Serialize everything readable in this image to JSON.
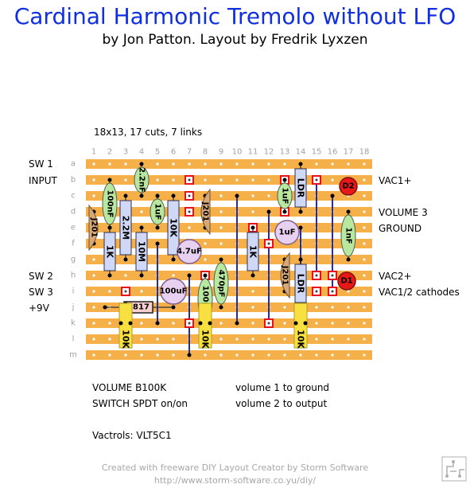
{
  "header": {
    "title": "Cardinal Harmonic Tremolo without LFO",
    "subtitle": "by Jon Patton. Layout by Fredrik Lyxzen"
  },
  "board_info": "18x13, 17 cuts, 7 links",
  "columns": [
    "1",
    "2",
    "3",
    "4",
    "5",
    "6",
    "7",
    "8",
    "9",
    "10",
    "11",
    "12",
    "13",
    "14",
    "15",
    "16",
    "17",
    "18"
  ],
  "rows": [
    "a",
    "b",
    "c",
    "d",
    "e",
    "f",
    "g",
    "h",
    "i",
    "j",
    "k",
    "l",
    "m"
  ],
  "left_labels": {
    "sw1": "SW 1",
    "input": "INPUT",
    "sw2": "SW 2",
    "sw3": "SW 3",
    "nine_v": "+9V"
  },
  "right_labels": {
    "vac1": "VAC1+",
    "volume3": "VOLUME 3",
    "ground": "GROUND",
    "vac2": "VAC2+",
    "cathodes": "VAC1/2 cathodes"
  },
  "notes": {
    "pot": "VOLUME B100K",
    "switch": "SWITCH SPDT on/on",
    "vol1": "volume 1 to ground",
    "vol2": "volume 2 to output",
    "vactrols": "Vactrols: VLT5C1"
  },
  "footer": {
    "line1": "Created with freeware DIY Layout Creator by Storm Software",
    "line2": "http://www.storm-software.co.yu/diy/"
  },
  "components": {
    "c100n": "100nF",
    "c22n": "2.2nF",
    "c1u_a": "1uF",
    "c1u_b": "1uF",
    "c1u_c": "1uF",
    "c1n": "1nF",
    "c47u": "4.7uF",
    "c100u": "100uF",
    "c100n_b": "100nF",
    "c470p": "470pF",
    "r1k_a": "1K",
    "r22m": "2.2M",
    "r10m": "10M",
    "r10k_v": "10K",
    "r1k_b": "1K",
    "ldr1": "LDR",
    "ldr2": "LDR",
    "j201_a": "J201",
    "j201_b": "J201",
    "j201_c": "J201",
    "d1": "D1",
    "d2": "D2",
    "diode5817": "5817",
    "pot1": "10K",
    "pot2": "10K",
    "pot3": "10K"
  },
  "colors": {
    "title": "#1030e0",
    "strip": "#f5b04a",
    "strip_bg": "#ffffff",
    "cut": "#e8101a",
    "link": "#2030a0",
    "film_cap": "#b8e8a0",
    "electrolytic": "#e8d0f0",
    "resistor": "#d0d8f8",
    "jfet": "#d8a878",
    "led": "#e81818",
    "trimmer": "#f8e040"
  }
}
